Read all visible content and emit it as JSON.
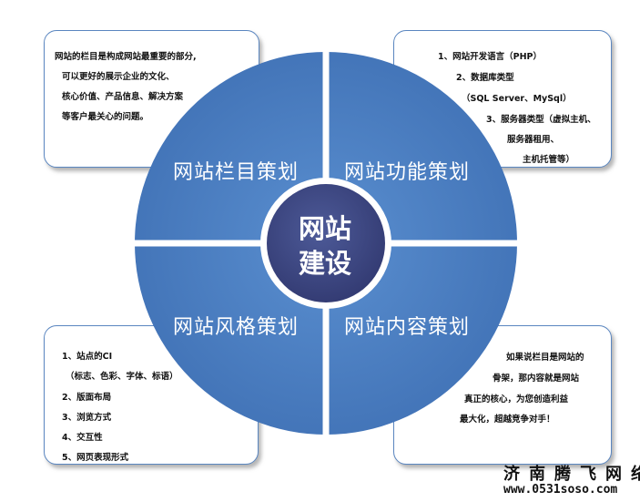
{
  "center": {
    "line1": "网站",
    "line2": "建设"
  },
  "quadrants": {
    "top_left": "网站栏目策划",
    "top_right": "网站功能策划",
    "bottom_left": "网站风格策划",
    "bottom_right": "网站内容策划"
  },
  "notes": {
    "top_left": [
      "网站的栏目是构成网站最重要的部分,",
      "可以更好的展示企业的文化、",
      "核心价值、产品信息、解决方案",
      "等客户最关心的问题。"
    ],
    "top_right": [
      "1、网站开发语言（PHP）",
      "2、数据库类型",
      "（SQL Server、MySql）",
      "3、服务器类型（虚拟主机、",
      "服务器租用、",
      "主机托管等）"
    ],
    "bottom_left": [
      "1、站点的CI",
      "（标志、色彩、字体、标语）",
      "2、版面布局",
      "3、浏览方式",
      "4、交互性",
      "5、网页表现形式"
    ],
    "bottom_right": [
      "如果说栏目是网站的",
      "骨架，那内容就是网站",
      "真正的核心，为您创造利益",
      "最大化，超越竞争对手！"
    ]
  },
  "footer": {
    "brand": "济南腾飞网络",
    "url": "www.0531soso.com"
  },
  "colors": {
    "quadrant": "#4d80c4",
    "center": "#3f4880",
    "border": "#5a86c0",
    "divider": "#ffffff"
  }
}
